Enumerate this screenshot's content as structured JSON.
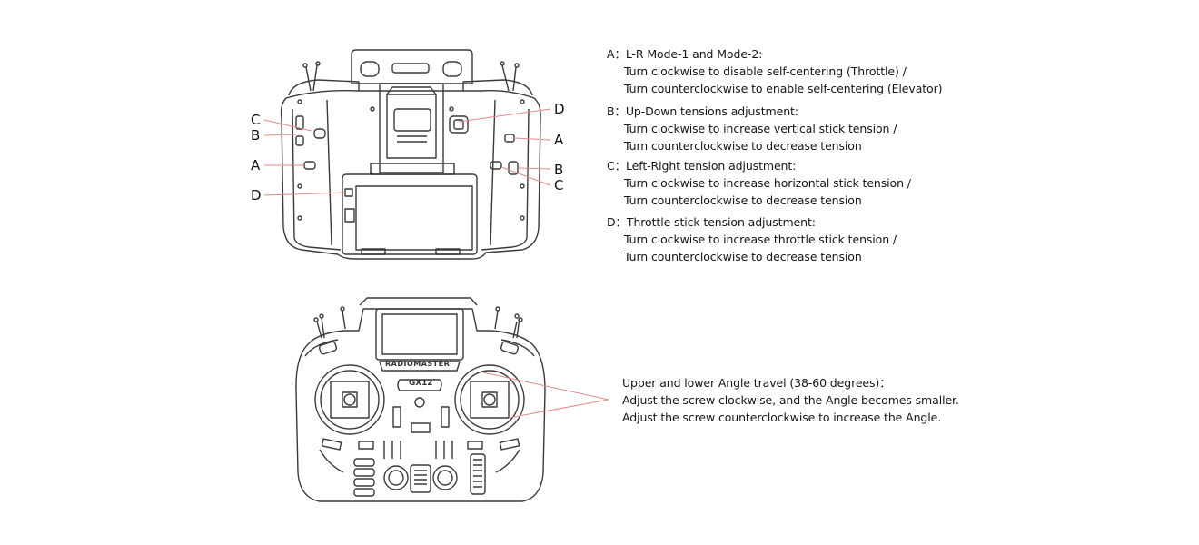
{
  "callouts": {
    "back_left": [
      "C",
      "B",
      "A",
      "D"
    ],
    "back_right": [
      "D",
      "A",
      "B",
      "C"
    ]
  },
  "legend": [
    {
      "heading": "A：L-R Mode-1 and Mode-2:",
      "lines": [
        "Turn clockwise to disable self-centering (Throttle) /",
        "Turn counterclockwise to enable self-centering (Elevator)"
      ]
    },
    {
      "heading": "B：Up-Down tensions adjustment:",
      "lines": [
        "Turn clockwise to increase vertical stick tension /",
        "Turn counterclockwise to decrease tension"
      ]
    },
    {
      "heading": "C：Left-Right tension adjustment:",
      "lines": [
        "Turn clockwise to increase horizontal stick tension /",
        "Turn counterclockwise to decrease tension"
      ]
    },
    {
      "heading": "D：Throttle stick tension adjustment:",
      "lines": [
        "Turn clockwise to increase throttle stick tension /",
        "Turn counterclockwise to decrease tension"
      ]
    }
  ],
  "front_note": {
    "lines": [
      "Upper and lower Angle travel (38-60 degrees)：",
      "Adjust the screw clockwise, and the Angle becomes smaller.",
      "Adjust the screw counterclockwise to increase the Angle."
    ]
  },
  "front_view": {
    "brand": "RADIOMASTER",
    "model": "GX12"
  },
  "colors": {
    "line_art": "#3a3a3a",
    "leader": "#e08a8a",
    "text": "#151515"
  }
}
